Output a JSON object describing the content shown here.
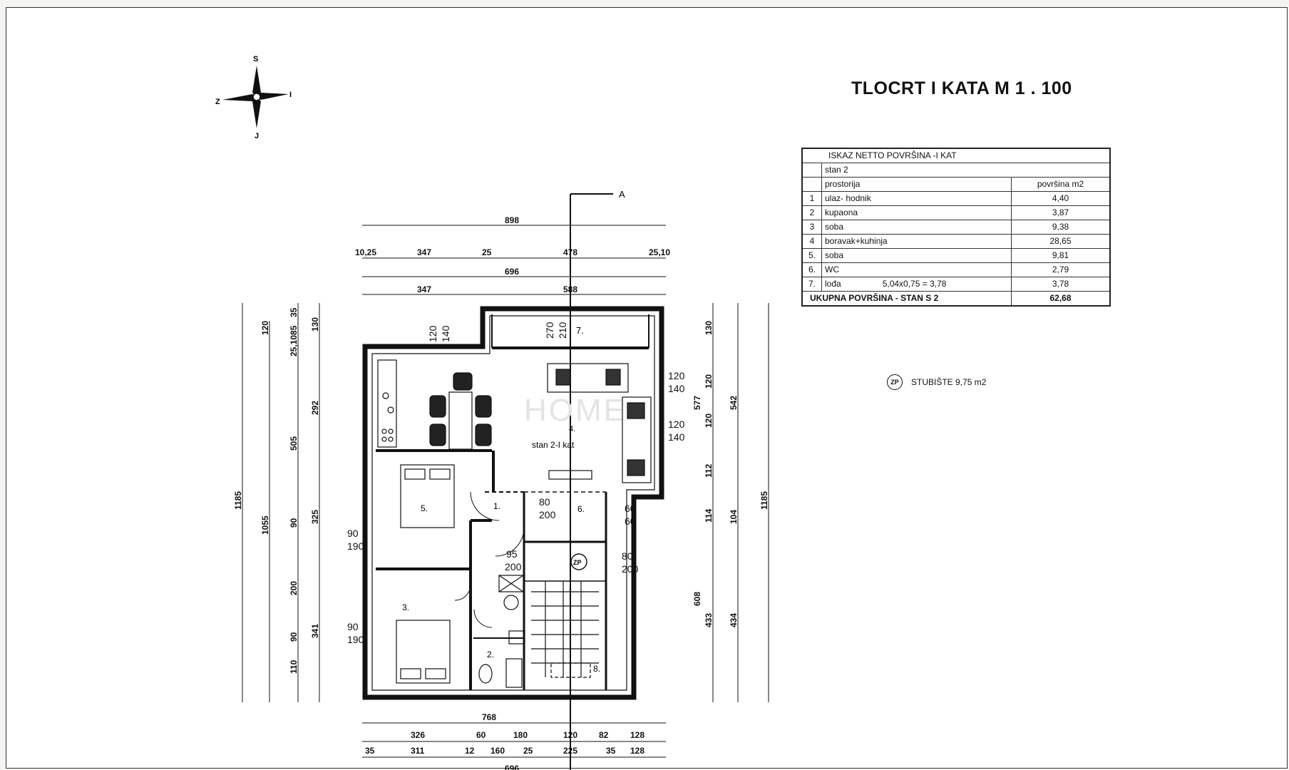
{
  "title": "TLOCRT I KATA M 1 . 100",
  "compass": {
    "s": "S",
    "z": "Z",
    "i": "I",
    "j": "J"
  },
  "table": {
    "title": "ISKAZ NETTO POVRŠINA -I KAT",
    "subtitle": "stan 2",
    "header": {
      "room": "prostorija",
      "area": "površina m2"
    },
    "rows": [
      {
        "no": "1",
        "name": "ulaz- hodnik",
        "area": "4,40"
      },
      {
        "no": "2",
        "name": "kupaona",
        "area": "3,87"
      },
      {
        "no": "3",
        "name": "soba",
        "area": "9,38"
      },
      {
        "no": "4",
        "name": "boravak+kuhinja",
        "area": "28,65"
      },
      {
        "no": "5.",
        "name": "soba",
        "area": "9,81"
      },
      {
        "no": "6.",
        "name": "WC",
        "area": "2,79"
      },
      {
        "no": "7.",
        "name": "lođa",
        "calc": "5,04x0,75 = 3,78",
        "area": "3,78"
      }
    ],
    "total": {
      "label": "UKUPNA POVRŠINA - STAN S 2",
      "area": "62,68"
    }
  },
  "stair": {
    "badge": "ZP",
    "label": "STUBIŠTE 9,75 m2"
  },
  "plan": {
    "section_mark": "A",
    "apartment_label": "stan 2-I kat",
    "watermark": "HOME"
  }
}
